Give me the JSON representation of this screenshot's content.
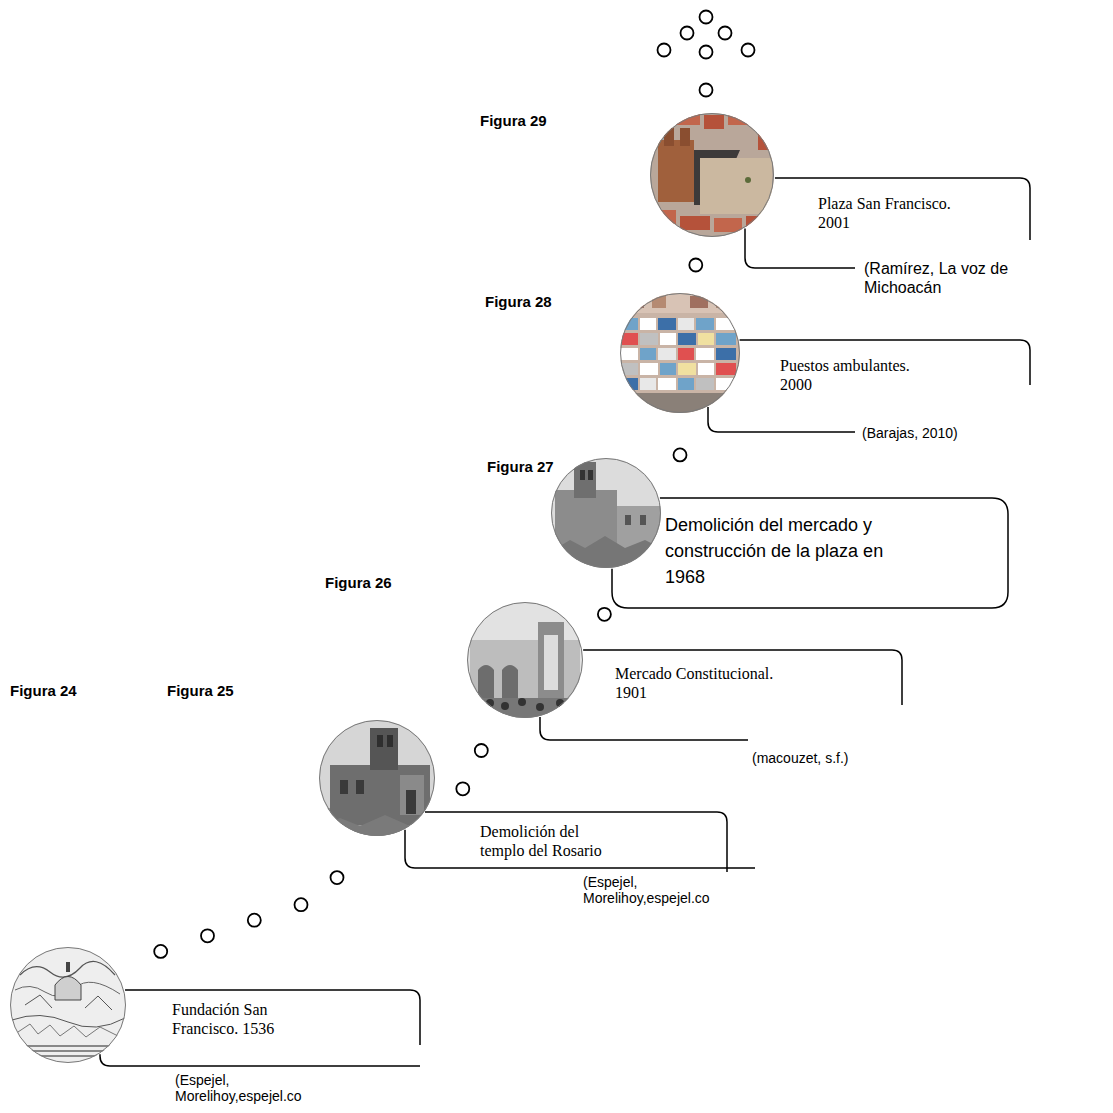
{
  "diagram": {
    "nodes": [
      {
        "text": [
          "Fundación San Francisco. 1536",
          "(Espejel, Morelihoy,espejel.co"
        ]
      },
      {
        "text": [
          "Demolición del templo del Rosario",
          "(Espejel, Morelihoy,espejel.co"
        ]
      },
      {
        "text": [
          "Mercado Constitucional. 1901",
          "(macouzet, s.f.)"
        ]
      },
      {
        "text": [
          "Demolición del mercado y construcción de la plaza en 1968"
        ]
      },
      {
        "text": [
          "Puestos ambulantes. 2000",
          "(Barajas, 2010)"
        ]
      },
      {
        "text": [
          "Plaza San Francisco. 2001",
          "(Ramírez, La voz de Michoacán"
        ]
      }
    ],
    "edges": [
      {
        "from": 0,
        "to": 1,
        "arrow": "none"
      },
      {
        "from": 1,
        "to": 2,
        "arrow": "none"
      },
      {
        "from": 2,
        "to": 3,
        "arrow": "none"
      },
      {
        "from": 3,
        "to": 4,
        "arrow": "none"
      },
      {
        "from": 4,
        "to": 5,
        "arrow": "none"
      }
    ],
    "labels": [
      "Figura 29",
      "Figura 28",
      "Figura 27",
      "Figura 26",
      "Figura 24",
      "Figura 25"
    ]
  }
}
